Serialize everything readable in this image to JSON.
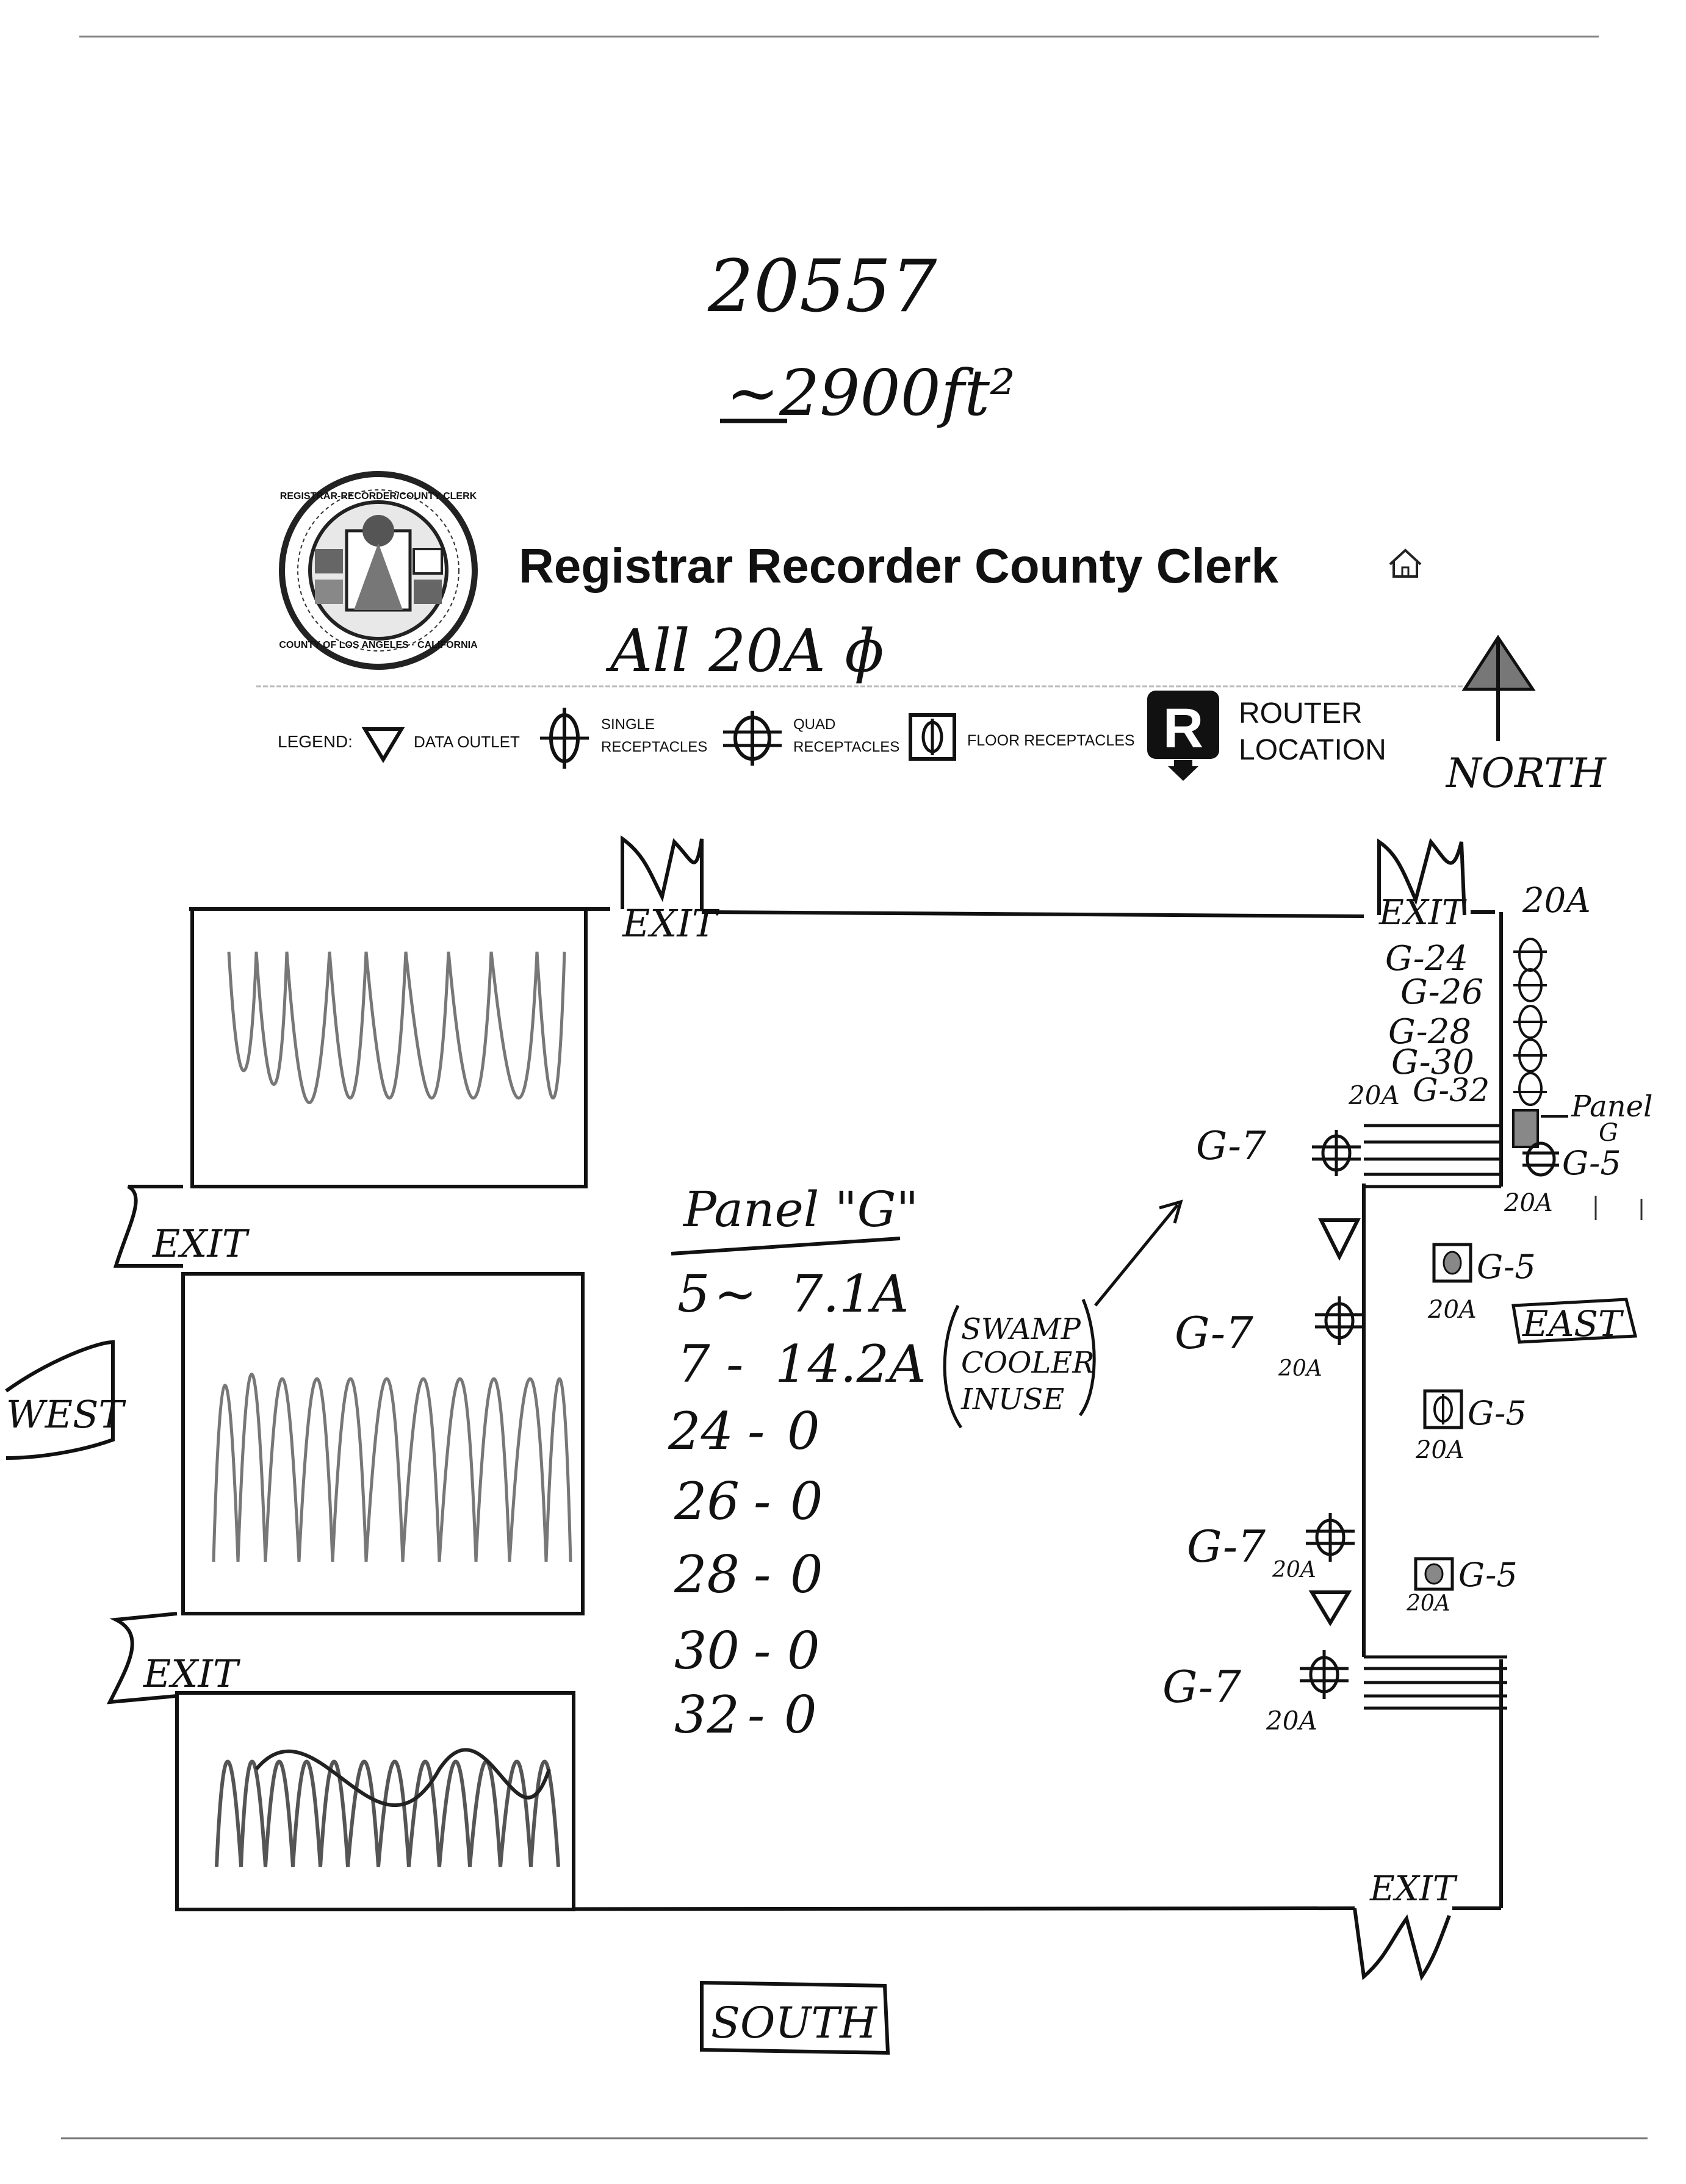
{
  "note": {
    "number": "20557",
    "area": "~2900ft²",
    "power": "All 20A ɸ"
  },
  "header": {
    "title": "Registrar Recorder County Clerk",
    "seal_text_top": "REGISTRAR-RECORDER/COUNTY CLERK",
    "seal_text_bottom": "COUNTY OF LOS ANGELES · CALIFORNIA"
  },
  "legend": {
    "label": "LEGEND:",
    "items": [
      {
        "icon": "data-outlet-icon",
        "label": "DATA OUTLET"
      },
      {
        "icon": "single-receptacle-icon",
        "label_line1": "SINGLE",
        "label_line2": "RECEPTACLES"
      },
      {
        "icon": "quad-receptacle-icon",
        "label_line1": "QUAD",
        "label_line2": "RECEPTACLES"
      },
      {
        "icon": "floor-receptacle-icon",
        "label": "FLOOR RECEPTACLES"
      },
      {
        "icon": "router-icon",
        "symbol": "R",
        "label_line1": "ROUTER",
        "label_line2": "LOCATION"
      }
    ]
  },
  "compass": {
    "north": "NORTH",
    "south": "SOUTH",
    "east": "EAST",
    "west": "WEST"
  },
  "exits": {
    "label": "EXIT"
  },
  "panel": {
    "title": "Panel \"G\"",
    "rows": [
      {
        "circuit": "5",
        "value": "7.1A"
      },
      {
        "circuit": "7",
        "value": "14.2A"
      },
      {
        "circuit": "24",
        "value": "0"
      },
      {
        "circuit": "26",
        "value": "0"
      },
      {
        "circuit": "28",
        "value": "0"
      },
      {
        "circuit": "30",
        "value": "0"
      },
      {
        "circuit": "32",
        "value": "0"
      }
    ],
    "swamp_note": [
      "SWAMP",
      "COOLER",
      "INUSE"
    ]
  },
  "east_wall": {
    "top_20a": "20A",
    "circuits": [
      "G-24",
      "G-26",
      "G-28",
      "G-30",
      "G-32"
    ],
    "prefix_20a": "20A",
    "panel_label": [
      "Panel",
      "G"
    ],
    "g5_top": "G-5",
    "g5_top_amp": "20A",
    "g7_labels": [
      "G-7",
      "G-7",
      "G-7",
      "G-7"
    ],
    "g7_amps": [
      "20A",
      "20A",
      "20A"
    ],
    "floor_labels": [
      "G-5",
      "G-5",
      "G-5"
    ],
    "floor_amps": [
      "20A",
      "20A",
      "20A"
    ]
  }
}
